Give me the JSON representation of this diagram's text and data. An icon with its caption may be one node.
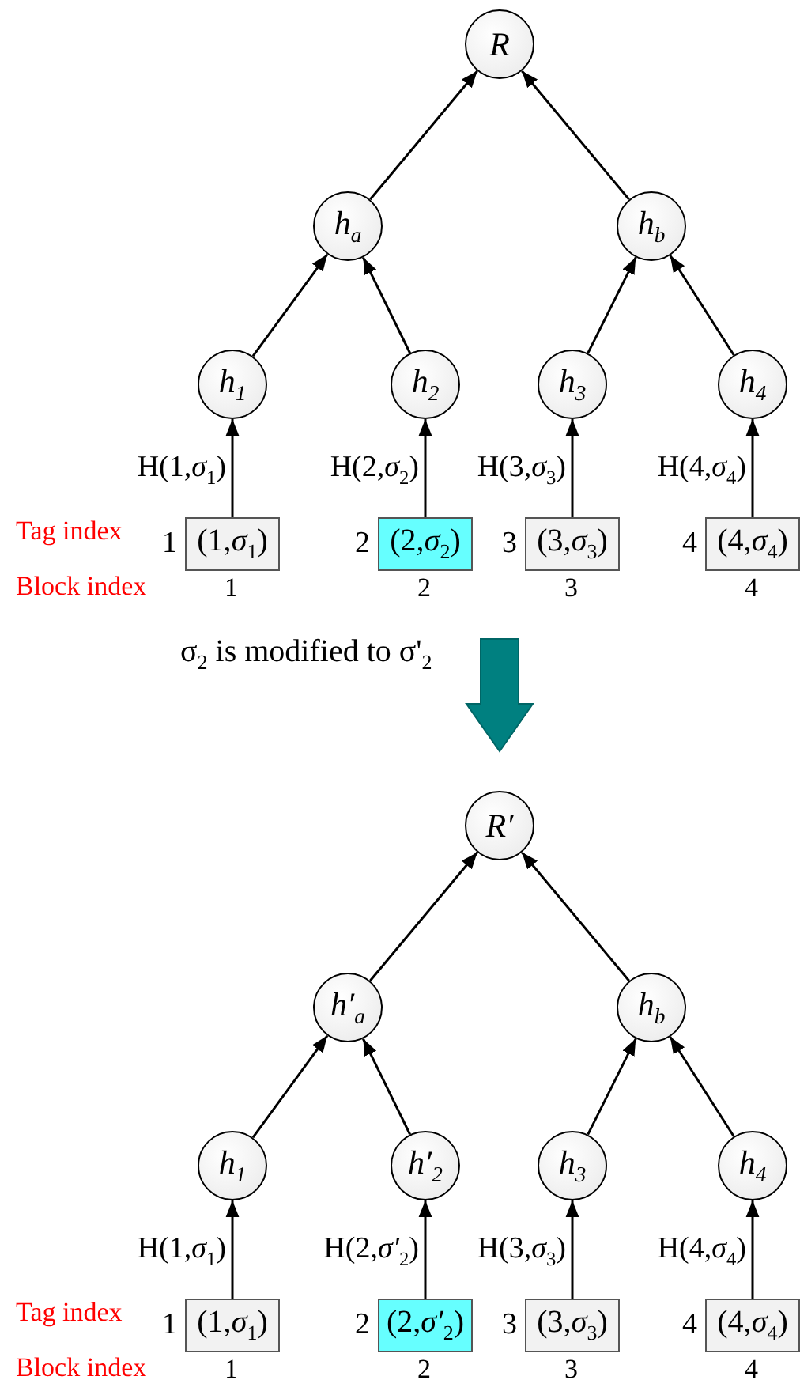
{
  "diagram": {
    "nodes": [
      {
        "text": [
          "R"
        ]
      },
      {
        "text": [
          "h$_{a}$"
        ]
      },
      {
        "text": [
          "h$_{b}$"
        ]
      },
      {
        "text": [
          "h$_{1}$"
        ]
      },
      {
        "text": [
          "h$_{2}$"
        ]
      },
      {
        "text": [
          "h$_{3}$"
        ]
      },
      {
        "text": [
          "h$_{4}$"
        ]
      },
      {
        "text": [
          "(1,*σ*$_{1}$)"
        ],
        "beside": [
          "1"
        ]
      },
      {
        "text": [
          "(2,*σ*$_{2}$)"
        ],
        "beside": [
          "2"
        ]
      },
      {
        "text": [
          "(3,*σ*$_{3}$)"
        ],
        "beside": [
          "3"
        ]
      },
      {
        "text": [
          "(4,*σ*$_{4}$)"
        ],
        "beside": [
          "4"
        ]
      },
      {
        "text": [
          "R′"
        ]
      },
      {
        "text": [
          "h′$_{a}$"
        ]
      },
      {
        "text": [
          "h$_{b}$"
        ]
      },
      {
        "text": [
          "h$_{1}$"
        ]
      },
      {
        "text": [
          "h′$_{2}$"
        ]
      },
      {
        "text": [
          "h$_{3}$"
        ]
      },
      {
        "text": [
          "h$_{4}$"
        ]
      },
      {
        "text": [
          "(1,*σ*$_{1}$)"
        ],
        "beside": [
          "1"
        ]
      },
      {
        "text": [
          "(2,*σ′*$_{2}$)"
        ],
        "beside": [
          "2"
        ]
      },
      {
        "text": [
          "(3,*σ*$_{3}$)"
        ],
        "beside": [
          "3"
        ]
      },
      {
        "text": [
          "(4,*σ*$_{4}$)"
        ],
        "beside": [
          "4"
        ]
      }
    ],
    "edges": [
      {
        "from": 1,
        "to": 0,
        "arrow": "to"
      },
      {
        "from": 2,
        "to": 0,
        "arrow": "to"
      },
      {
        "from": 3,
        "to": 1,
        "arrow": "to"
      },
      {
        "from": 4,
        "to": 1,
        "arrow": "to"
      },
      {
        "from": 5,
        "to": 2,
        "arrow": "to"
      },
      {
        "from": 6,
        "to": 2,
        "arrow": "to"
      },
      {
        "from": 7,
        "to": 3,
        "arrow": "to",
        "label": "H(1,*σ*$_{1}$)"
      },
      {
        "from": 8,
        "to": 4,
        "arrow": "to",
        "label": "H(2,*σ*$_{2}$)"
      },
      {
        "from": 9,
        "to": 5,
        "arrow": "to",
        "label": "H(3,*σ*$_{3}$)"
      },
      {
        "from": 10,
        "to": 6,
        "arrow": "to",
        "label": "H(4,*σ*$_{4}$)"
      },
      {
        "from": 12,
        "to": 11,
        "arrow": "to"
      },
      {
        "from": 13,
        "to": 11,
        "arrow": "to"
      },
      {
        "from": 14,
        "to": 12,
        "arrow": "to"
      },
      {
        "from": 15,
        "to": 12,
        "arrow": "to"
      },
      {
        "from": 16,
        "to": 13,
        "arrow": "to"
      },
      {
        "from": 17,
        "to": 13,
        "arrow": "to"
      },
      {
        "from": 18,
        "to": 14,
        "arrow": "to",
        "label": "H(1,*σ*$_{1}$)"
      },
      {
        "from": 19,
        "to": 15,
        "arrow": "to",
        "label": "H(2,*σ′*$_{2}$)"
      },
      {
        "from": 20,
        "to": 16,
        "arrow": "to",
        "label": "H(3,*σ*$_{3}$)"
      },
      {
        "from": 21,
        "to": 17,
        "arrow": "to",
        "label": "H(4,*σ*$_{4}$)"
      }
    ],
    "labels": [
      "Tag index",
      "Block index",
      "1",
      "2",
      "3",
      "4",
      "σ$_{2}$ is modified to σ'$_{2}$",
      "Tag index",
      "Block index",
      "1",
      "2",
      "3",
      "4"
    ]
  }
}
